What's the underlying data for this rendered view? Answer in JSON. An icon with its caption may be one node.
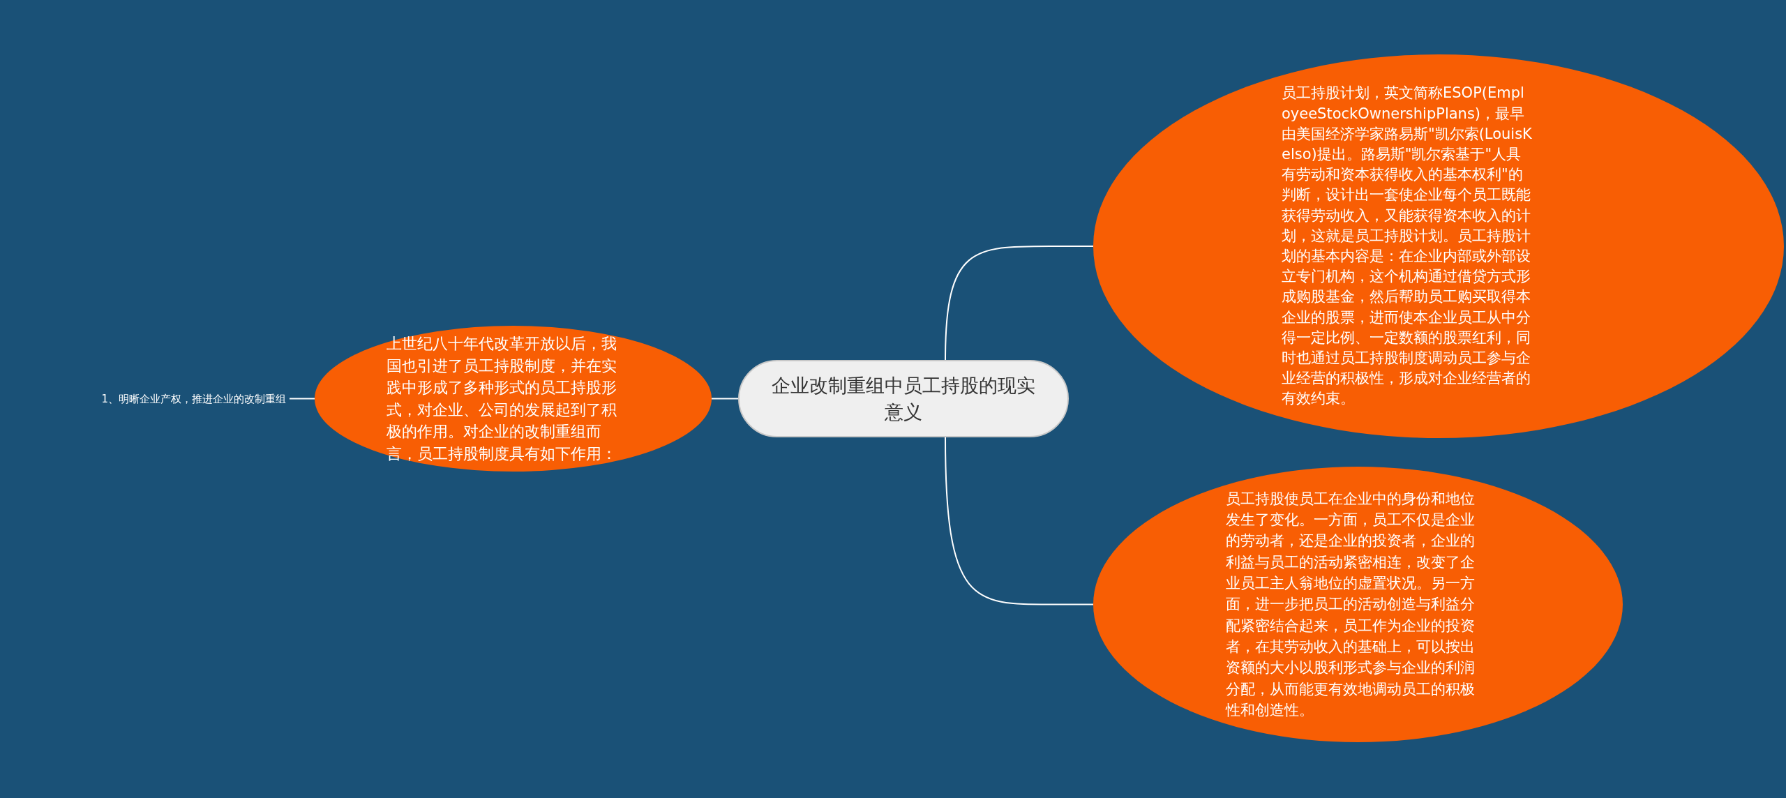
{
  "diagram": {
    "nodes": [
      {
        "text": [
          "企业改制重组中员工持股的现实意义"
        ]
      },
      {
        "text": [
          "员工持股计划，英文简称ESOP(EmployeeStockOwnershipPlans)，最早由美国经济学家路易斯\"凯尔索(LouisKelso)提出。路易斯\"凯尔索基于\"人具有劳动和资本获得收入的基本权利\"的判断，设计出一套使企业每个员工既能获得劳动收入，又能获得资本收入的计划，这就是员工持股计划。员工持股计划的基本内容是：在企业内部或外部设立专门机构，这个机构通过借贷方式形成购股基金，然后帮助员工购买取得本企业的股票，进而使本企业员工从中分得一定比例、一定数额的股票红利，同时也通过员工持股制度调动员工参与企业经营的积极性，形成对企业经营者的有效约束。"
        ]
      },
      {
        "text": [
          "员工持股使员工在企业中的身份和地位发生了变化。一方面，员工不仅是企业的劳动者，还是企业的投资者，企业的利益与员工的活动紧密相连，改变了企业员工主人翁地位的虚置状况。另一方面，进一步把员工的活动创造与利益分配紧密结合起来，员工作为企业的投资者，在其劳动收入的基础上，可以按出资额的大小以股利形式参与企业的利润分配，从而能更有效地调动员工的积极性和创造性。"
        ]
      },
      {
        "text": [
          "上世纪八十年代改革开放以后，我国也引进了员工持股制度，并在实践中形成了多种形式的员工持股形式，对企业、公司的发展起到了积极的作用。对企业的改制重组而言，员工持股制度具有如下作用："
        ]
      },
      {
        "text": [
          "1、明晰企业产权，推进企业的改制重组"
        ]
      }
    ],
    "edges": [
      {
        "from": 0,
        "to": 1,
        "arrow": "none"
      },
      {
        "from": 0,
        "to": 2,
        "arrow": "none"
      },
      {
        "from": 0,
        "to": 3,
        "arrow": "none"
      },
      {
        "from": 3,
        "to": 4,
        "arrow": "none"
      }
    ]
  }
}
